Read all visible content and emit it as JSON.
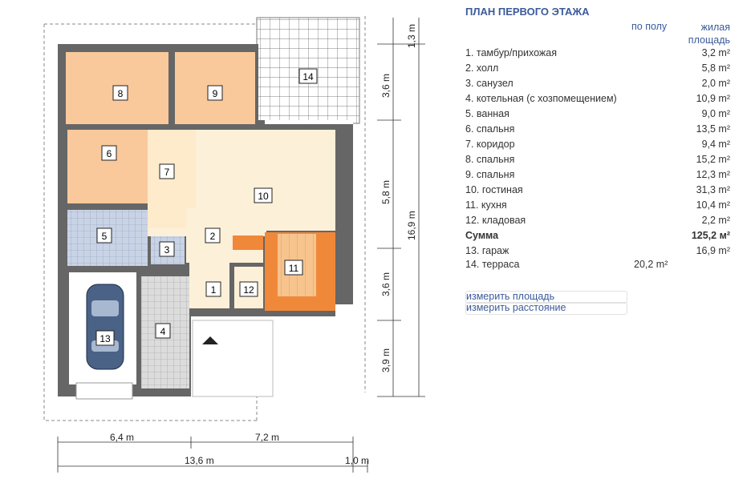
{
  "plan": {
    "rooms": [
      "1",
      "2",
      "3",
      "4",
      "5",
      "6",
      "7",
      "8",
      "9",
      "10",
      "11",
      "12",
      "13",
      "14"
    ],
    "dims": {
      "d13": "1,3 m",
      "d36a": "3,6 m",
      "d58": "5,8 m",
      "d169": "16,9 m",
      "d36b": "3,6 m",
      "d39": "3,9 m",
      "d64": "6,4 m",
      "d72": "7,2 m",
      "d136": "13,6 m",
      "d10": "1,0 m"
    }
  },
  "panel": {
    "title": "ПЛАН ПЕРВОГО ЭТАЖА",
    "col_floor": "по полу",
    "col_living_1": "жилая",
    "col_living_2": "площадь",
    "rows": [
      {
        "label": "1. тамбур/прихожая",
        "value": "3,2 m²"
      },
      {
        "label": "2. холл",
        "value": "5,8 m²"
      },
      {
        "label": "3. санузел",
        "value": "2,0 m²"
      },
      {
        "label": "4. котельная (с хозпомещением)",
        "value": "10,9 m²"
      },
      {
        "label": "5. ванная",
        "value": "9,0 m²"
      },
      {
        "label": "6. спальня",
        "value": "13,5 m²"
      },
      {
        "label": "7. коридор",
        "value": "9,4 m²"
      },
      {
        "label": "8. спальня",
        "value": "15,2 m²"
      },
      {
        "label": "9. спальня",
        "value": "12,3 m²"
      },
      {
        "label": "10. гостиная",
        "value": "31,3 m²"
      },
      {
        "label": "11. кухня",
        "value": "10,4 m²"
      },
      {
        "label": "12. кладовая",
        "value": "2,2 m²"
      },
      {
        "label": "Сумма",
        "value": "125,2 м²"
      },
      {
        "label": "13. гараж",
        "value": "16,9 m²"
      }
    ],
    "terrace": {
      "label": "14. терраса",
      "value": "20,2 m²"
    },
    "measure_area": "измерить площадь",
    "measure_distance": "измерить расстояние"
  }
}
